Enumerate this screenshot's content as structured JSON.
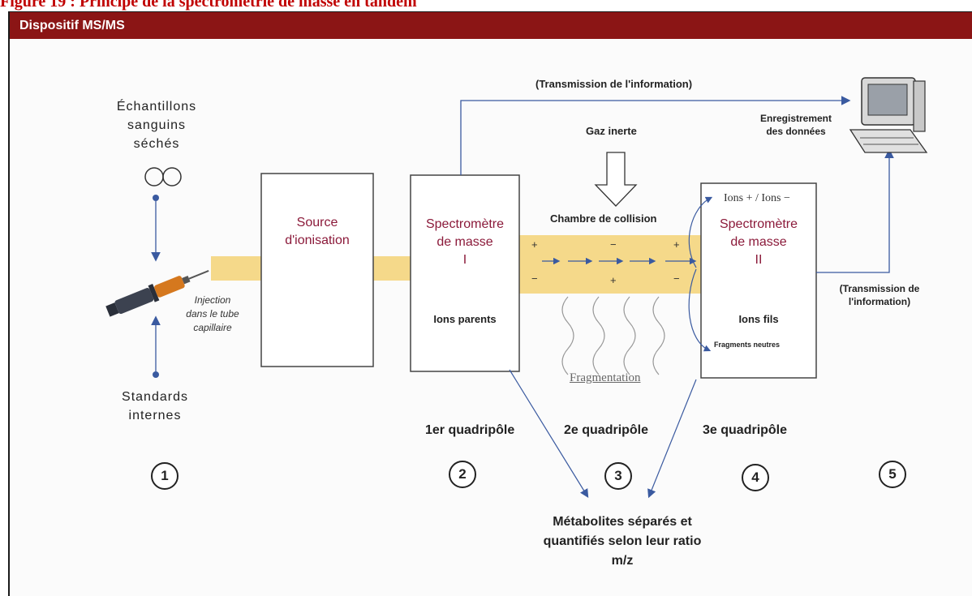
{
  "doc_title": "Figure 19 : Principe de la spectrométrie de masse en tandem",
  "banner_title": "Dispositif MS/MS",
  "samples_label": "Échantillons\nsanguins\nséchés",
  "standards_label": "Standards\ninternes",
  "injection_label": "Injection\ndans le tube\ncapillaire",
  "source_label": "Source\nd'ionisation",
  "ms1_label": "Spectromètre\nde masse\nI",
  "ions_parents_label": "Ions parents",
  "transmission_top": "(Transmission de l'information)",
  "gaz_label": "Gaz inerte",
  "chambre_label": "Chambre de collision",
  "fragmentation_label": "Fragmentation",
  "ions_charge_label": "Ions + / Ions −",
  "ms2_label": "Spectromètre\nde masse\nII",
  "ions_fils_label": "Ions fils",
  "fragments_label": "Fragments neutres",
  "enregistrement_label": "Enregistrement\ndes données",
  "transmission_right": "(Transmission de\nl'information)",
  "quad1": "1er quadripôle",
  "quad2": "2e quadripôle",
  "quad3": "3e quadripôle",
  "steps": [
    "1",
    "2",
    "3",
    "4",
    "5"
  ],
  "metabolites_label": "Métabolites séparés et\nquantifiés selon leur ratio\nm/z",
  "colors": {
    "banner": "#8b1515",
    "title": "#c00000",
    "tube": "#f5d98a",
    "arrow": "#3a5aa0",
    "ms_text": "#8b1a3a"
  }
}
